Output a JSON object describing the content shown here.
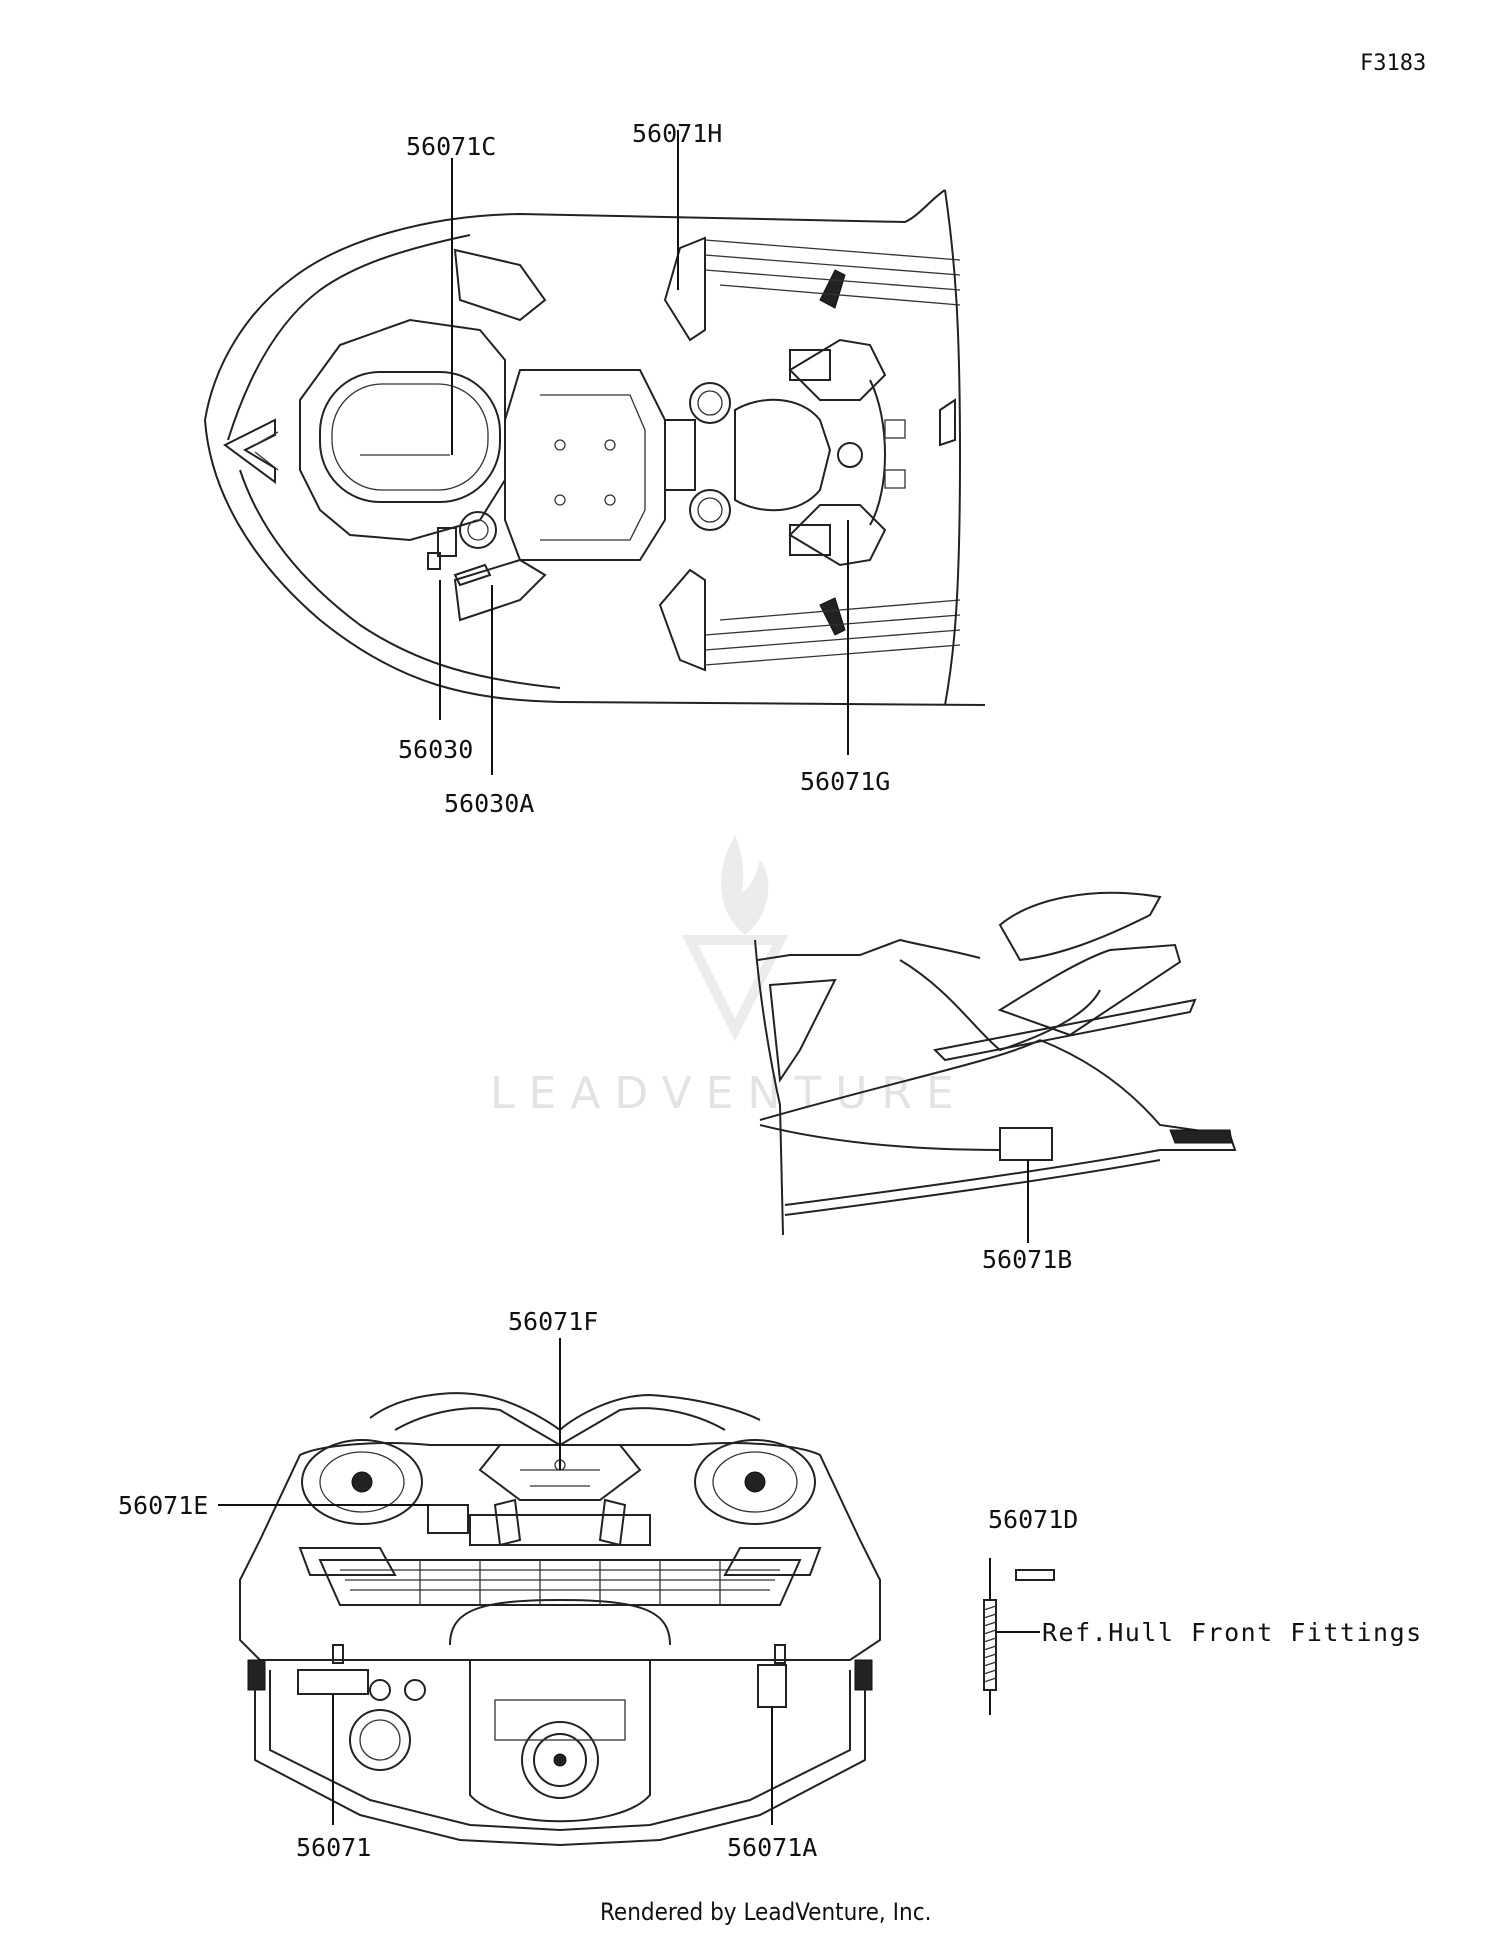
{
  "figure_code": "F3183",
  "footer": "Rendered by LeadVenture, Inc.",
  "watermark": "LEADVENTURE",
  "ref_note": "Ref.Hull Front Fittings",
  "callouts": {
    "c56071C": "56071C",
    "c56071H": "56071H",
    "c56030": "56030",
    "c56030A": "56030A",
    "c56071G": "56071G",
    "c56071B": "56071B",
    "c56071F": "56071F",
    "c56071E": "56071E",
    "c56071D": "56071D",
    "c56071": "56071",
    "c56071A": "56071A"
  }
}
